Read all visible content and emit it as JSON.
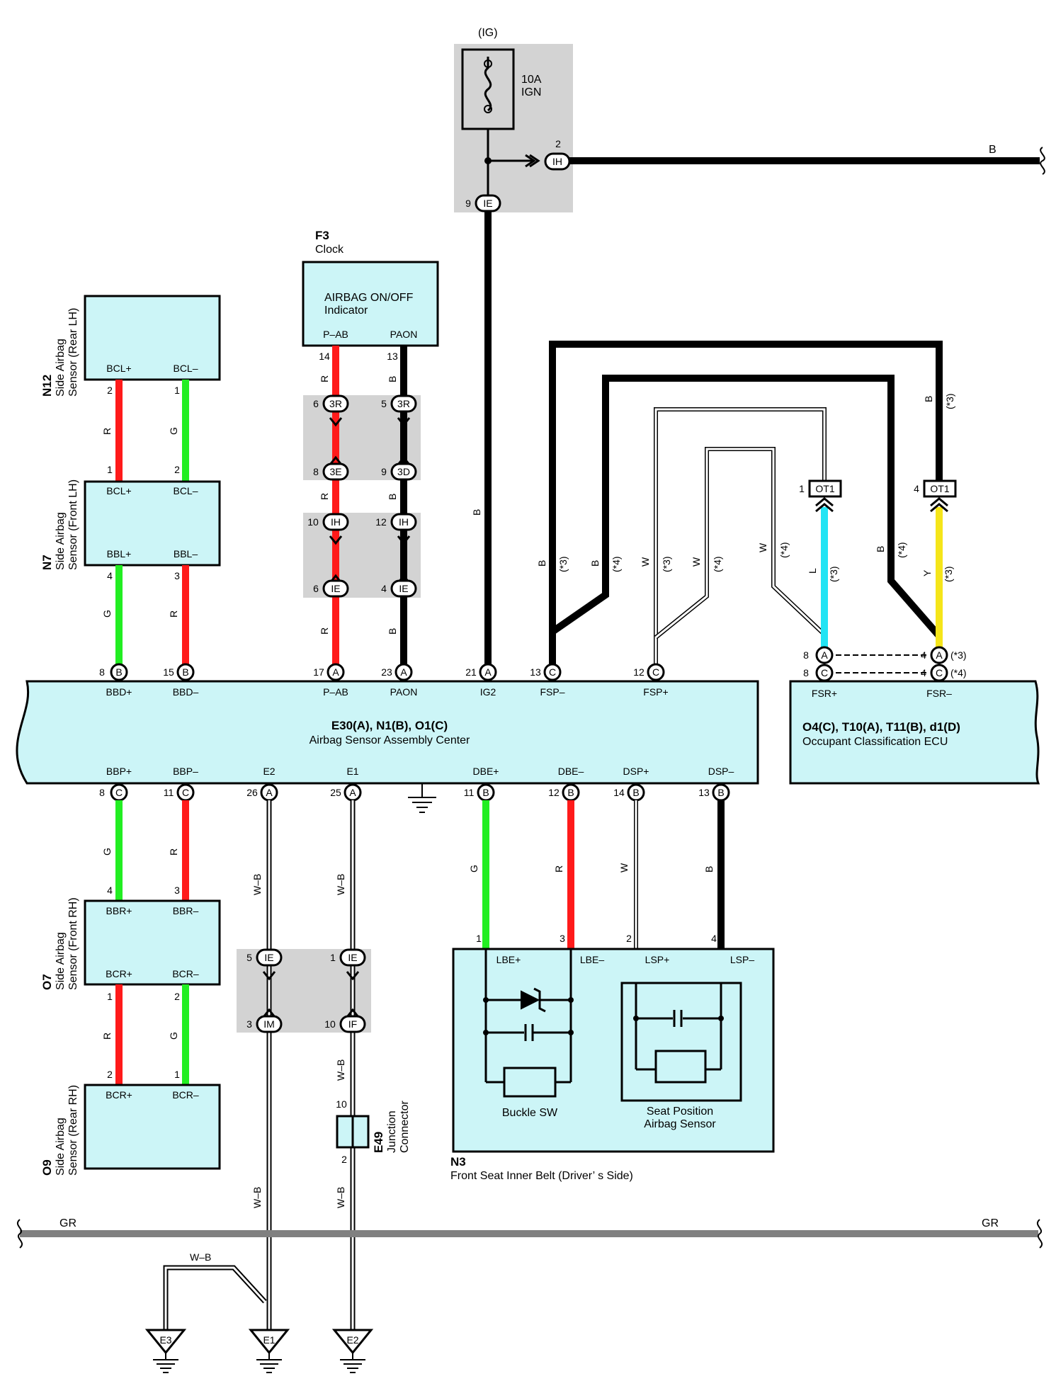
{
  "colors": {
    "box_fill": "#ccf5f7",
    "splice_fill": "#d3d3d3",
    "wire_R": "#ff1a1a",
    "wire_G": "#22ee22",
    "wire_B": "#000000",
    "wire_L": "#22e4f4",
    "wire_Y": "#f5e51a",
    "wire_GR": "#808080"
  },
  "fuse": {
    "source": "(IG)",
    "rating": "10A",
    "name": "IGN",
    "pin_ih": "2",
    "pin_ie": "9",
    "conn_ih": "IH",
    "conn_ie": "IE",
    "wire_out": "B"
  },
  "clock": {
    "code": "F3",
    "name": "Clock",
    "line1": "AIRBAG ON/OFF",
    "line2": "Indicator",
    "pin_left": "P–AB",
    "pin_right": "PAON",
    "num_left": "14",
    "num_right": "13"
  },
  "splice_clock": [
    {
      "l_num": "6",
      "l_conn": "3R",
      "r_num": "5",
      "r_conn": "3R"
    },
    {
      "l_num": "8",
      "l_conn": "3E",
      "r_num": "9",
      "r_conn": "3D"
    },
    {
      "l_num": "10",
      "l_conn": "IH",
      "r_num": "12",
      "r_conn": "IH"
    },
    {
      "l_num": "6",
      "l_conn": "IE",
      "r_num": "4",
      "r_conn": "IE"
    }
  ],
  "n12": {
    "code": "N12",
    "name1": "Side Airbag",
    "name2": "Sensor (Rear LH)",
    "p1": "BCL+",
    "p2": "BCL–",
    "n1": "2",
    "n2": "1"
  },
  "n7": {
    "code": "N7",
    "name1": "Side Airbag",
    "name2": "Sensor (Front LH)",
    "t1": "BCL+",
    "t2": "BCL–",
    "b1": "BBL+",
    "b2": "BBL–",
    "tn1": "1",
    "tn2": "2",
    "bn1": "4",
    "bn2": "3"
  },
  "o7": {
    "code": "O7",
    "name1": "Side Airbag",
    "name2": "Sensor (Front RH)",
    "t1": "BBR+",
    "t2": "BBR–",
    "b1": "BCR+",
    "b2": "BCR–",
    "tn1": "4",
    "tn2": "3",
    "bn1": "1",
    "bn2": "2"
  },
  "o9": {
    "code": "O9",
    "name1": "Side Airbag",
    "name2": "Sensor (Rear RH)",
    "p1": "BCR+",
    "p2": "BCR–",
    "n1": "2",
    "n2": "1"
  },
  "ecu": {
    "title": "E30(A), N1(B), O1(C)",
    "subtitle": "Airbag Sensor Assembly Center",
    "top_pins": [
      {
        "num": "8",
        "conn": "B",
        "label": "BBD+"
      },
      {
        "num": "15",
        "conn": "B",
        "label": "BBD–"
      },
      {
        "num": "17",
        "conn": "A",
        "label": "P–AB"
      },
      {
        "num": "23",
        "conn": "A",
        "label": "PAON"
      },
      {
        "num": "21",
        "conn": "A",
        "label": "IG2"
      },
      {
        "num": "13",
        "conn": "C",
        "label": "FSP–"
      },
      {
        "num": "12",
        "conn": "C",
        "label": "FSP+"
      }
    ],
    "bottom_pins": [
      {
        "num": "8",
        "conn": "C",
        "label": "BBP+"
      },
      {
        "num": "11",
        "conn": "C",
        "label": "BBP–"
      },
      {
        "num": "26",
        "conn": "A",
        "label": "E2"
      },
      {
        "num": "25",
        "conn": "A",
        "label": "E1"
      },
      {
        "num": "11",
        "conn": "B",
        "label": "DBE+"
      },
      {
        "num": "12",
        "conn": "B",
        "label": "DBE–"
      },
      {
        "num": "14",
        "conn": "B",
        "label": "DSP+"
      },
      {
        "num": "13",
        "conn": "B",
        "label": "DSP–"
      }
    ]
  },
  "occ": {
    "title": "O4(C), T10(A), T11(B), d1(D)",
    "subtitle": "Occupant Classification ECU",
    "p1": "FSR+",
    "p2": "FSR–",
    "rows": [
      {
        "lnum": "8",
        "lconn": "A",
        "rnum": "4",
        "rconn": "A",
        "note": "(*3)"
      },
      {
        "lnum": "8",
        "lconn": "C",
        "rnum": "4",
        "rconn": "C",
        "note": "(*4)"
      }
    ],
    "ot1_left_num": "1",
    "ot1_right_num": "4",
    "ot1": "OT1"
  },
  "wire_notes": {
    "star3": "(*3)",
    "star4": "(*4)",
    "B": "B",
    "W": "W",
    "L": "L",
    "Y": "Y",
    "R": "R",
    "G": "G",
    "WB": "W–B",
    "GR": "GR"
  },
  "splice_ground": [
    {
      "t_num": "5",
      "t_conn": "IE",
      "b_num": "3",
      "b_conn": "IM"
    },
    {
      "t_num": "1",
      "t_conn": "IE",
      "b_num": "10",
      "b_conn": "IF"
    }
  ],
  "e49": {
    "code": "E49",
    "name1": "Junction",
    "name2": "Connector",
    "top": "10",
    "bottom": "2"
  },
  "n3": {
    "code": "N3",
    "name": "Front Seat Inner Belt (Driver’ s Side)",
    "pins": [
      {
        "num": "1",
        "label": "LBE+"
      },
      {
        "num": "3",
        "label": "LBE–"
      },
      {
        "num": "2",
        "label": "LSP+"
      },
      {
        "num": "4",
        "label": "LSP–"
      }
    ],
    "buckle": "Buckle SW",
    "seat1": "Seat Position",
    "seat2": "Airbag Sensor"
  },
  "grounds": [
    "E3",
    "E1",
    "E2"
  ]
}
